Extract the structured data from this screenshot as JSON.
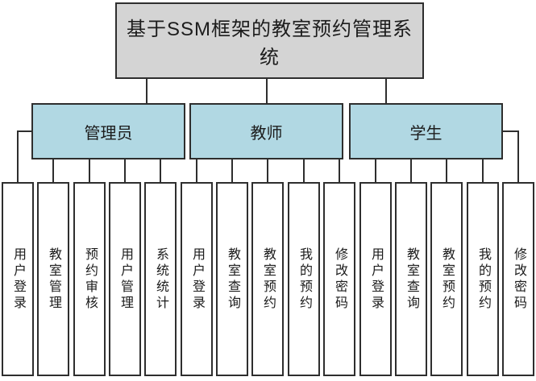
{
  "diagram": {
    "title": "基于SSM框架的教室预约管理系统",
    "colors": {
      "title_fill": "#d4d4d4",
      "group_fill": "#b1d8e3",
      "leaf_fill": "#ffffff",
      "border": "#2e2e2e",
      "connector": "#2e2e2e",
      "background": "#ffffff"
    },
    "groups": [
      {
        "label": "管理员",
        "children": [
          "用户登录",
          "教室管理",
          "预约审核",
          "用户管理",
          "系统统计"
        ]
      },
      {
        "label": "教师",
        "children": [
          "用户登录",
          "教室查询",
          "教室预约",
          "我的预约",
          "修改密码"
        ]
      },
      {
        "label": "学生",
        "children": [
          "用户登录",
          "教室查询",
          "教室预约",
          "我的预约",
          "修改密码"
        ]
      }
    ]
  }
}
